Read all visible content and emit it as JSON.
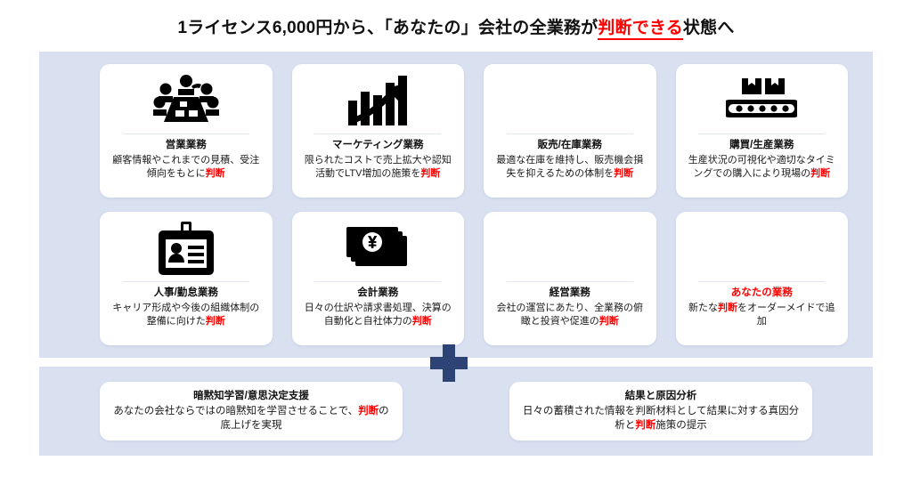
{
  "title": {
    "before": "1ライセンス6,000円から、「あなたの」会社の全業務が",
    "highlight": "判断できる",
    "after": "状態へ",
    "highlight_color": "#ff0000"
  },
  "theme": {
    "panel_bg": "#d9e1f1",
    "card_bg": "#ffffff",
    "plus_color": "#2e4375",
    "accent_red": "#ff0000",
    "text_color": "#111111"
  },
  "cards": [
    {
      "icon": "meeting-table-icon",
      "title": "営業業務",
      "body_before": "顧客情報やこれまでの見積、受注傾向をもとに",
      "body_highlight": "判断",
      "body_after": ""
    },
    {
      "icon": "growth-chart-icon",
      "title": "マーケティング業務",
      "body_before": "限られたコストで売上拡大や認知活動でLTV増加の施策を",
      "body_highlight": "判断",
      "body_after": ""
    },
    {
      "icon": "none",
      "title": "販売/在庫業務",
      "body_before": "最適な在庫を維持し、販売機会損失を抑えるための体制を",
      "body_highlight": "判断",
      "body_after": ""
    },
    {
      "icon": "conveyor-belt-icon",
      "title": "購買/生産業務",
      "body_before": "生産状況の可視化や適切なタイミングでの購入により現場の",
      "body_highlight": "判断",
      "body_after": ""
    },
    {
      "icon": "id-badge-icon",
      "title": "人事/勤怠業務",
      "body_before": "キャリア形成や今後の組織体制の整備に向けた",
      "body_highlight": "判断",
      "body_after": ""
    },
    {
      "icon": "yen-bills-icon",
      "title": "会計業務",
      "body_before": "日々の仕訳や請求書処理、決算の自動化と自社体力の",
      "body_highlight": "判断",
      "body_after": ""
    },
    {
      "icon": "none",
      "title": "経営業務",
      "body_before": "会社の運営にあたり、全業務の俯瞰と投資や促進の",
      "body_highlight": "判断",
      "body_after": ""
    },
    {
      "icon": "none",
      "title": "あなたの業務",
      "title_accent": true,
      "body_before": "新たな",
      "body_highlight": "判断",
      "body_after": "をオーダーメイドで追加"
    }
  ],
  "plus": {
    "label": "plus-connector"
  },
  "bottom_boxes": [
    {
      "title": "暗黙知学習/意思決定支援",
      "body_before": "あなたの会社ならではの暗黙知を学習させることで、",
      "body_highlight": "判断",
      "body_after": "の底上げを実現"
    },
    {
      "title": "結果と原因分析",
      "body_before": "日々の蓄積された情報を判断材料として結果に対する真因分析と",
      "body_highlight": "判断",
      "body_after": "施策の提示"
    }
  ]
}
